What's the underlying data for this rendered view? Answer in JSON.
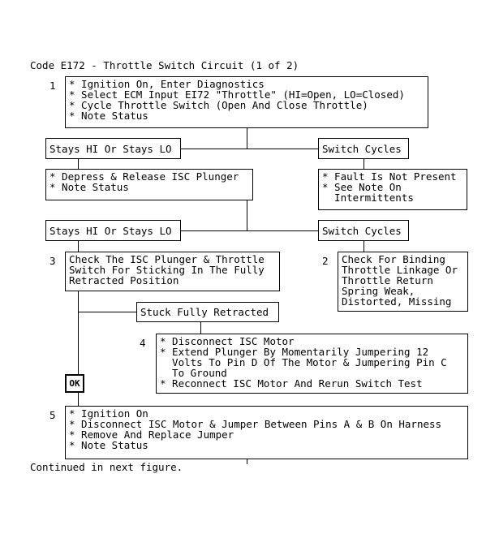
{
  "title": "Code E172 - Throttle Switch Circuit (1 of 2)",
  "footer": "Continued in next figure.",
  "steps": {
    "s1": {
      "num": "1",
      "text": "* Ignition On, Enter Diagnostics\n* Select ECM Input EI72 \"Throttle\" (HI=Open, LO=Closed)\n* Cycle Throttle Switch (Open And Close Throttle)\n* Note Status"
    },
    "r1_left": "Stays HI Or Stays LO",
    "r1_right": "Switch Cycles",
    "s1b_left": "* Depress & Release ISC Plunger\n* Note Status",
    "s1b_right": "* Fault Is Not Present\n* See Note On\n  Intermittents",
    "r2_left": "Stays HI Or Stays LO",
    "r2_right": "Switch Cycles",
    "s3": {
      "num": "3",
      "text": "Check The ISC Plunger & Throttle\nSwitch For Sticking In The Fully\nRetracted Position"
    },
    "s2": {
      "num": "2",
      "text": "Check For Binding\nThrottle Linkage Or\nThrottle Return\nSpring Weak,\nDistorted, Missing"
    },
    "stuck": "Stuck Fully Retracted",
    "s4": {
      "num": "4",
      "text": "* Disconnect ISC Motor\n* Extend Plunger By Momentarily Jumpering 12\n  Volts To Pin D Of The Motor & Jumpering Pin C\n  To Ground\n* Reconnect ISC Motor And Rerun Switch Test"
    },
    "ok": "OK",
    "s5": {
      "num": "5",
      "text": "* Ignition On\n* Disconnect ISC Motor & Jumper Between Pins A & B On Harness\n* Remove And Replace Jumper\n* Note Status"
    }
  }
}
